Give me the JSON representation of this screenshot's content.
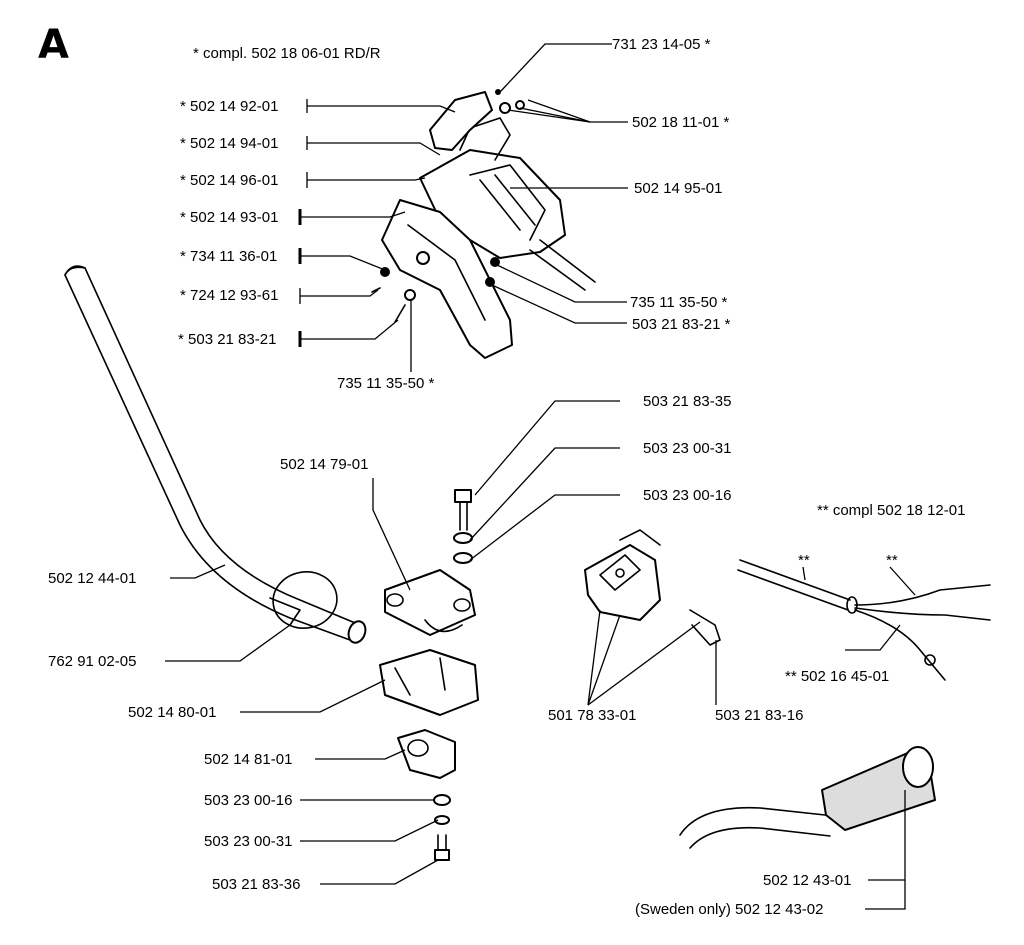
{
  "section_letter": "A",
  "kit_note": "* compl. 502 18 06-01 RD/R",
  "wire_kit_note": "** compl 502 18 12-01",
  "wire_marker_1": "**",
  "wire_marker_2": "**",
  "labels": {
    "p731231405": "731 23 14-05  *",
    "p502149201": "*  502 14 92-01",
    "p502181101": "502 18 11-01  *",
    "p502149401": "*  502 14 94-01",
    "p502149601": "*  502 14 96-01",
    "p502149501": "502 14 95-01",
    "p502149301": "*  502 14 93-01",
    "p734113601": "*  734 11 36-01",
    "p724129361": "*  724 12 93-61",
    "p735113550r": "735 11 35-50  *",
    "p503218321l": "*  503 21 83-21",
    "p503218321r": "503 21 83-21  *",
    "p735113550b": "735 11 35-50  *",
    "p503218335": "503 21 83-35",
    "p503230031a": "503 23 00-31",
    "p502147901": "502 14 79-01",
    "p503230016a": "503 23 00-16",
    "p502124401": "502 12 44-01",
    "p762910205": "762 91 02-05",
    "p502148001": "502 14 80-01",
    "p501783301": "501 78 33-01",
    "p503218316": "503 21 83-16",
    "p502164501": "**  502 16 45-01",
    "p502148101": "502 14 81-01",
    "p503230016b": "503 23 00-16",
    "p503230031b": "503 23 00-31",
    "p503218336": "503 21 83-36",
    "p502124301": "502 12 43-01",
    "p502124302": "(Sweden only) 502 12 43-02"
  }
}
